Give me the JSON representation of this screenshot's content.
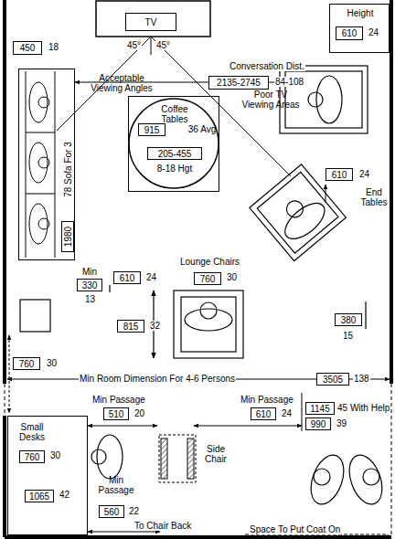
{
  "diagram": {
    "nodes": [
      {
        "text": [
          "TV"
        ]
      },
      {
        "text": [
          "450"
        ]
      },
      {
        "text": [
          "Height"
        ]
      },
      {
        "text": [
          "610"
        ],
        "in": 2
      },
      {
        "text": [
          "2135-2745"
        ]
      },
      {
        "text": [
          "78 Sofa For 3"
        ]
      },
      {
        "text": [
          "1980"
        ],
        "in": 5
      },
      {
        "text": [
          "Coffee Tables",
          "36 Avg",
          "8-18 Hgt"
        ]
      },
      {
        "text": [
          "915"
        ],
        "in": 7
      },
      {
        "text": [
          "205-455"
        ],
        "in": 7
      },
      {
        "text": [
          "610"
        ]
      },
      {
        "text": [
          "330"
        ]
      },
      {
        "text": [
          "610"
        ]
      },
      {
        "text": [
          "760"
        ]
      },
      {
        "text": [
          "815"
        ]
      },
      {
        "text": [
          "380"
        ]
      },
      {
        "text": [
          "760"
        ]
      },
      {
        "text": [
          "3505"
        ]
      },
      {
        "text": [
          "Small Desks"
        ]
      },
      {
        "text": [
          "760"
        ],
        "in": 18
      },
      {
        "text": [
          "1065"
        ],
        "in": 18
      },
      {
        "text": [
          "510"
        ]
      },
      {
        "text": [
          "610"
        ]
      },
      {
        "text": [
          "1145"
        ]
      },
      {
        "text": [
          "990"
        ]
      },
      {
        "text": [
          "560"
        ]
      }
    ],
    "labels": [
      "18",
      "45°",
      "45°",
      "24",
      "Conversation Dist.",
      "Acceptable Viewing Angles",
      "84-108",
      "Poor TV Viewing Areas",
      "24",
      "End Tables",
      "Lounge Chairs",
      "Min",
      "24",
      "30",
      "13",
      "32",
      "15",
      "30",
      "Min Room Dimension For 4-6 Persons",
      "138",
      "Min Passage",
      "Min Passage",
      "45 With Help",
      "20",
      "24",
      "39",
      "30",
      "Side Chair",
      "Min Passage",
      "42",
      "22",
      "To Chair Back",
      "Space To Put Coat On"
    ]
  }
}
